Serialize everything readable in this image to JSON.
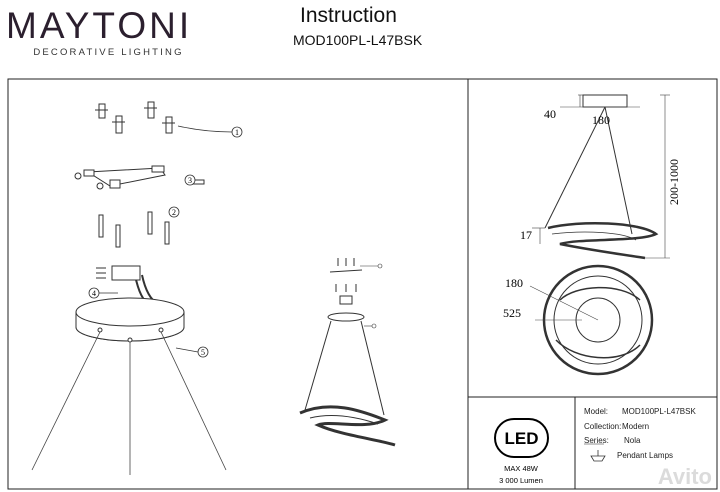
{
  "brand": {
    "name": "MAYTONI",
    "tagline": "DECORATIVE LIGHTING"
  },
  "header": {
    "title": "Instruction",
    "model_code": "MOD100PL-L47BSK"
  },
  "assembly": {
    "callouts": [
      "1",
      "2",
      "3",
      "4",
      "5"
    ]
  },
  "dimensions": {
    "canopy_height": "40",
    "canopy_diameter": "180",
    "suspension_range": "200-1000",
    "ring_height": "17",
    "top_diameter": "180",
    "ring_diameter": "525"
  },
  "info": {
    "led_logo": "LED",
    "power": "MAX 48W",
    "lumen": "3 000 Lumen",
    "rows": [
      {
        "label": "Model:",
        "value": "MOD100PL-L47BSK"
      },
      {
        "label": "Collection:",
        "value": "Modern"
      },
      {
        "label": "Series:",
        "value": "Nola"
      }
    ],
    "lamp_type": "Pendant Lamps"
  },
  "watermark": "Avito"
}
